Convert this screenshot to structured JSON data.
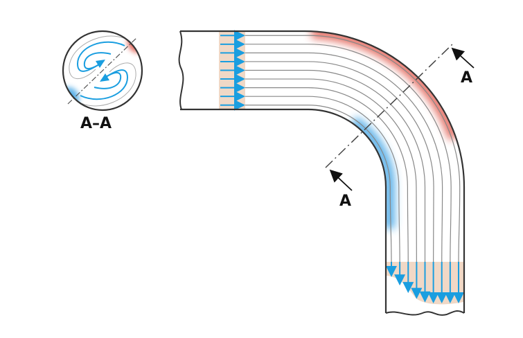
{
  "labels": {
    "section_title": "A–A",
    "section_marker_top": "A",
    "section_marker_bottom": "A"
  },
  "colors": {
    "wall": "#333333",
    "streamline": "#888888",
    "arrow": "#1a9ee0",
    "profile_fill": "#f0d8c6",
    "high_pressure": "#e0564a",
    "low_pressure": "#4aa8e6"
  },
  "streamline_count": 9
}
